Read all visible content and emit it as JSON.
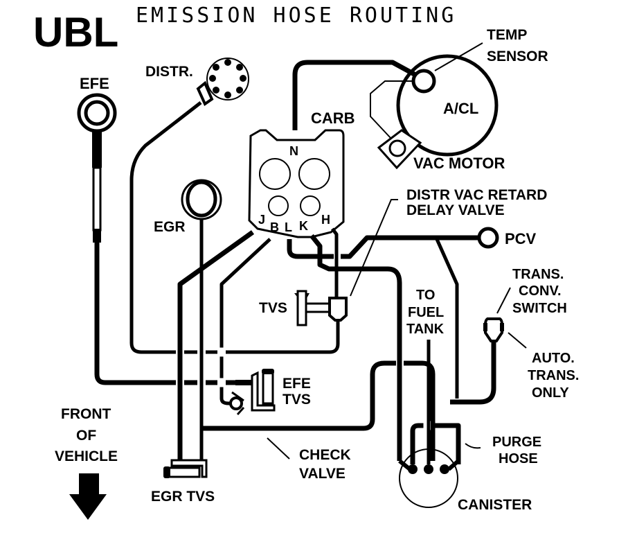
{
  "diagram": {
    "code": "UBL",
    "title": "EMISSION HOSE ROUTING",
    "colors": {
      "line": "#000000",
      "background": "#ffffff"
    },
    "components": {
      "efe": "EFE",
      "distributor": "DISTR.",
      "carb": "CARB",
      "temp_sensor": [
        "TEMP",
        "SENSOR"
      ],
      "air_cleaner": "A/CL",
      "vac_motor": "VAC MOTOR",
      "distr_vac_retard": [
        "DISTR VAC RETARD",
        "DELAY VALVE"
      ],
      "pcv": "PCV",
      "egr": "EGR",
      "tvs": "TVS",
      "to_fuel_tank": [
        "TO",
        "FUEL",
        "TANK"
      ],
      "trans_conv_switch": [
        "TRANS.",
        "CONV.",
        "SWITCH"
      ],
      "auto_trans_only": [
        "AUTO.",
        "TRANS.",
        "ONLY"
      ],
      "efe_tvs": [
        "EFE",
        "TVS"
      ],
      "check_valve": [
        "CHECK",
        "VALVE"
      ],
      "purge_hose": [
        "PURGE",
        "HOSE"
      ],
      "canister": "CANISTER",
      "egr_tvs": "EGR TVS",
      "front_of_vehicle": [
        "FRONT",
        "OF",
        "VEHICLE"
      ]
    },
    "carb_ports": {
      "n": "N",
      "j": "J",
      "b": "B",
      "l": "L",
      "k": "K",
      "h": "H"
    },
    "icons": {
      "front_arrow": "arrow-down-icon"
    }
  }
}
